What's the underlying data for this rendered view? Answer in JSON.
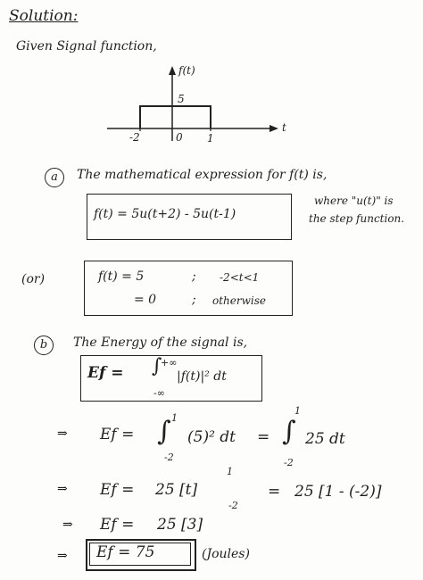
{
  "header": {
    "solution": "Solution:",
    "given": "Given Signal function,"
  },
  "graph": {
    "y_label": "f(t)",
    "x_label": "t",
    "level": "5",
    "tick_neg2": "-2",
    "tick_0": "0",
    "tick_1": "1"
  },
  "part_a": {
    "marker": "a",
    "intro": "The mathematical expression for f(t) is,",
    "expression": "f(t) = 5u(t+2) - 5u(t-1)",
    "note_line1": "where \"u(t)\" is",
    "note_line2": "the step function."
  },
  "or_block": {
    "or": "(or)",
    "line1_lhs": "f(t) = 5",
    "line1_sep": ";",
    "line1_cond": "-2<t<1",
    "line2_lhs": "= 0",
    "line2_sep": ";",
    "line2_cond": "otherwise"
  },
  "part_b": {
    "marker": "b",
    "intro": "The Energy of the signal is,",
    "ef_def_lhs": "Ef =",
    "ef_def_upper": "+∞",
    "ef_def_lower": "-∞",
    "ef_def_integrand": "|f(t)|² dt",
    "step1_arrow": "⇒",
    "step1_lhs": "Ef =",
    "step1_upper": "1",
    "step1_lower": "-2",
    "step1_integrand": "(5)² dt",
    "step1_eq": "=",
    "step1_upper2": "1",
    "step1_lower2": "-2",
    "step1_integrand2": "25 dt",
    "step2_arrow": "⇒",
    "step2_lhs": "Ef =",
    "step2_body": "25 [t]",
    "step2_upper": "1",
    "step2_lower": "-2",
    "step2_eq": "=",
    "step2_rhs": "25 [1 - (-2)]",
    "step3_arrow": "⇒",
    "step3_lhs": "Ef =",
    "step3_rhs": "25 [3]",
    "step4_arrow": "⇒",
    "step4_result": "Ef = 75",
    "step4_unit": "(Joules)"
  }
}
